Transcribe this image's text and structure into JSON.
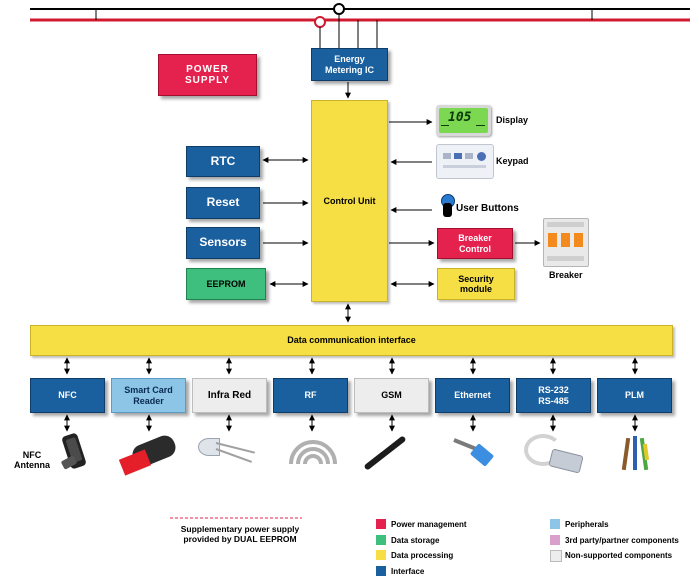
{
  "blocks": {
    "power_supply": "POWER\nSUPPLY",
    "energy_metering_ic": "Energy\nMetering IC",
    "control_unit": "Control Unit",
    "rtc": "RTC",
    "reset": "Reset",
    "sensors": "Sensors",
    "eeprom": "EEPROM",
    "breaker_control": "Breaker\nControl",
    "security_module": "Security\nmodule",
    "data_comm": "Data communication interface"
  },
  "peripherals": {
    "display": "Display",
    "keypad": "Keypad",
    "user_buttons": "User Buttons",
    "breaker": "Breaker",
    "display_text": "105"
  },
  "interfaces": [
    {
      "label": "NFC",
      "style": "blue"
    },
    {
      "label": "Smart Card\nReader",
      "style": "lightblue"
    },
    {
      "label": "Infra Red",
      "style": "grey"
    },
    {
      "label": "RF",
      "style": "blue"
    },
    {
      "label": "GSM",
      "style": "grey"
    },
    {
      "label": "Ethernet",
      "style": "blue"
    },
    {
      "label": "RS-232\nRS-485",
      "style": "blue"
    },
    {
      "label": "PLM",
      "style": "blue"
    }
  ],
  "nfc_antenna": "NFC\nAntenna",
  "supplementary_note": "Supplementary power supply\nprovided by DUAL EEPROM",
  "legend": [
    {
      "label": "Power management",
      "color": "#e5214e"
    },
    {
      "label": "Data storage",
      "color": "#3fbf7e"
    },
    {
      "label": "Data processing",
      "color": "#f5df45"
    },
    {
      "label": "Interface",
      "color": "#1a5f9e"
    },
    {
      "label": "Peripherals",
      "color": "#8cc5e6"
    },
    {
      "label": "3rd party/partner components",
      "color": "#d9a0cc"
    },
    {
      "label": "Non-supported components",
      "color": "#ededed"
    }
  ]
}
